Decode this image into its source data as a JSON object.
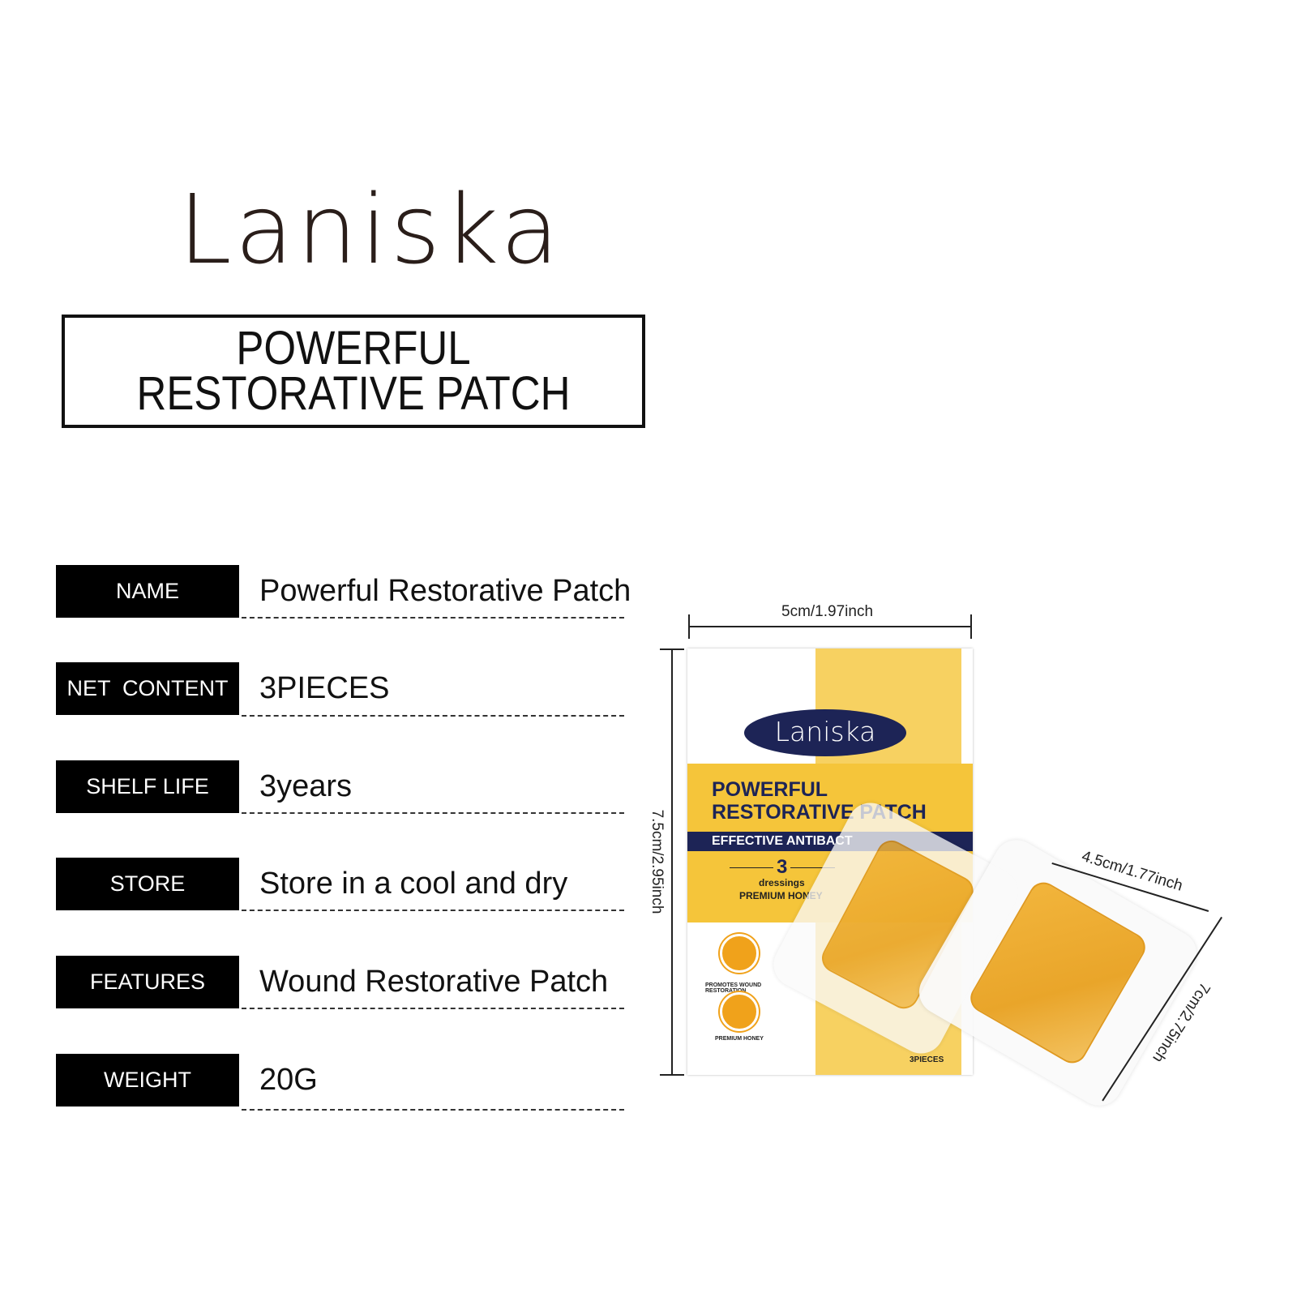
{
  "brand": "Laniska",
  "title": {
    "line1": "POWERFUL",
    "line2": "RESTORATIVE PATCH"
  },
  "specs": [
    {
      "label": "NAME",
      "value": "Powerful Restorative Patch"
    },
    {
      "label": "NET  CONTENT",
      "value": "3PIECES"
    },
    {
      "label": "SHELF LIFE",
      "value": "3years"
    },
    {
      "label": "STORE",
      "value": "Store in a cool and dry"
    },
    {
      "label": "FEATURES",
      "value": "Wound Restorative Patch"
    },
    {
      "label": "WEIGHT",
      "value": "20G"
    }
  ],
  "dimensions": {
    "box_width": "5cm/1.97inch",
    "box_height": "7.5cm/2.95inch",
    "patch_width": "4.5cm/1.77inch",
    "patch_height": "7cm/2.75inch"
  },
  "package": {
    "brand": "Laniska",
    "title1": "POWERFUL",
    "title2": "RESTORATIVE PATCH",
    "band": "EFFECTIVE ANTIBACT",
    "count": "3",
    "count_unit": "dressings",
    "honey": "PREMIUM HONEY",
    "badge1": "PROMOTES WOUND RESTORATION",
    "badge2": "PREMIUM HONEY",
    "pieces": "3PIECES"
  },
  "colors": {
    "honey": "#f5c53a",
    "navy": "#1d2456"
  }
}
